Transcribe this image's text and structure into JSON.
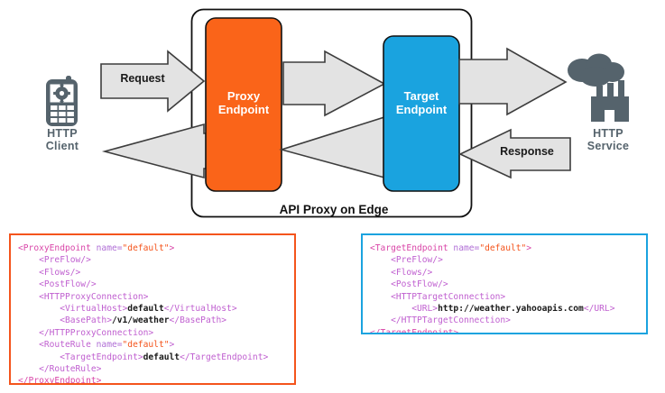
{
  "diagram": {
    "title": "API Proxy on Edge",
    "colors": {
      "proxy_endpoint": "#fa6419",
      "target_endpoint": "#1aa3df",
      "arrow_fill": "#e3e3e3",
      "arrow_stroke": "#3d3d3d",
      "icon_gray": "#55636c",
      "proxy_code_border": "#f4541c",
      "target_code_border": "#1aa3df"
    },
    "nodes": {
      "http_client": {
        "label_line1": "HTTP",
        "label_line2": "Client",
        "icon": "mobile-phone-gear-icon"
      },
      "proxy_endpoint": {
        "label_line1": "Proxy",
        "label_line2": "Endpoint"
      },
      "target_endpoint": {
        "label_line1": "Target",
        "label_line2": "Endpoint"
      },
      "http_service": {
        "label_line1": "HTTP",
        "label_line2": "Service",
        "icon": "cloud-factory-icon"
      }
    },
    "arrows": {
      "request": "Request",
      "response": "Response",
      "proxy_to_target": "",
      "target_to_proxy": "",
      "client_return": "",
      "service_outbound": ""
    }
  },
  "proxy_code": {
    "border_color": "#f4541c",
    "lines": [
      [
        {
          "t": "<ProxyEndpoint ",
          "c": "tg"
        },
        {
          "t": "name=",
          "c": "at"
        },
        {
          "t": "\"default\"",
          "c": "av"
        },
        {
          "t": ">",
          "c": "tg"
        }
      ],
      [
        {
          "t": "    <PreFlow/>",
          "c": "tg2"
        }
      ],
      [
        {
          "t": "    <Flows/>",
          "c": "tg2"
        }
      ],
      [
        {
          "t": "    <PostFlow/>",
          "c": "tg2"
        }
      ],
      [
        {
          "t": "    <HTTPProxyConnection>",
          "c": "tg2"
        }
      ],
      [
        {
          "t": "        <VirtualHost>",
          "c": "tg2"
        },
        {
          "t": "default",
          "c": "tx"
        },
        {
          "t": "</VirtualHost>",
          "c": "tg2"
        }
      ],
      [
        {
          "t": "        <BasePath>",
          "c": "tg2"
        },
        {
          "t": "/v1/weather",
          "c": "tx"
        },
        {
          "t": "</BasePath>",
          "c": "tg2"
        }
      ],
      [
        {
          "t": "    </HTTPProxyConnection>",
          "c": "tg2"
        }
      ],
      [
        {
          "t": "    <RouteRule ",
          "c": "tg2"
        },
        {
          "t": "name=",
          "c": "at"
        },
        {
          "t": "\"default\"",
          "c": "av"
        },
        {
          "t": ">",
          "c": "tg2"
        }
      ],
      [
        {
          "t": "        <TargetEndpoint>",
          "c": "tg2"
        },
        {
          "t": "default",
          "c": "tx"
        },
        {
          "t": "</TargetEndpoint>",
          "c": "tg2"
        }
      ],
      [
        {
          "t": "    </RouteRule>",
          "c": "tg2"
        }
      ],
      [
        {
          "t": "</ProxyEndpoint>",
          "c": "tg"
        }
      ]
    ]
  },
  "target_code": {
    "border_color": "#1aa3df",
    "lines": [
      [
        {
          "t": "<TargetEndpoint ",
          "c": "tg"
        },
        {
          "t": "name=",
          "c": "at"
        },
        {
          "t": "\"default\"",
          "c": "av"
        },
        {
          "t": ">",
          "c": "tg"
        }
      ],
      [
        {
          "t": "    <PreFlow/>",
          "c": "tg2"
        }
      ],
      [
        {
          "t": "    <Flows/>",
          "c": "tg2"
        }
      ],
      [
        {
          "t": "    <PostFlow/>",
          "c": "tg2"
        }
      ],
      [
        {
          "t": "    <HTTPTargetConnection>",
          "c": "tg2"
        }
      ],
      [
        {
          "t": "        <URL>",
          "c": "tg2"
        },
        {
          "t": "http://weather.yahooapis.com",
          "c": "tx"
        },
        {
          "t": "</URL>",
          "c": "tg2"
        }
      ],
      [
        {
          "t": "    </HTTPTargetConnection>",
          "c": "tg2"
        }
      ],
      [
        {
          "t": "</TargetEndpoint>",
          "c": "tg"
        }
      ]
    ]
  }
}
